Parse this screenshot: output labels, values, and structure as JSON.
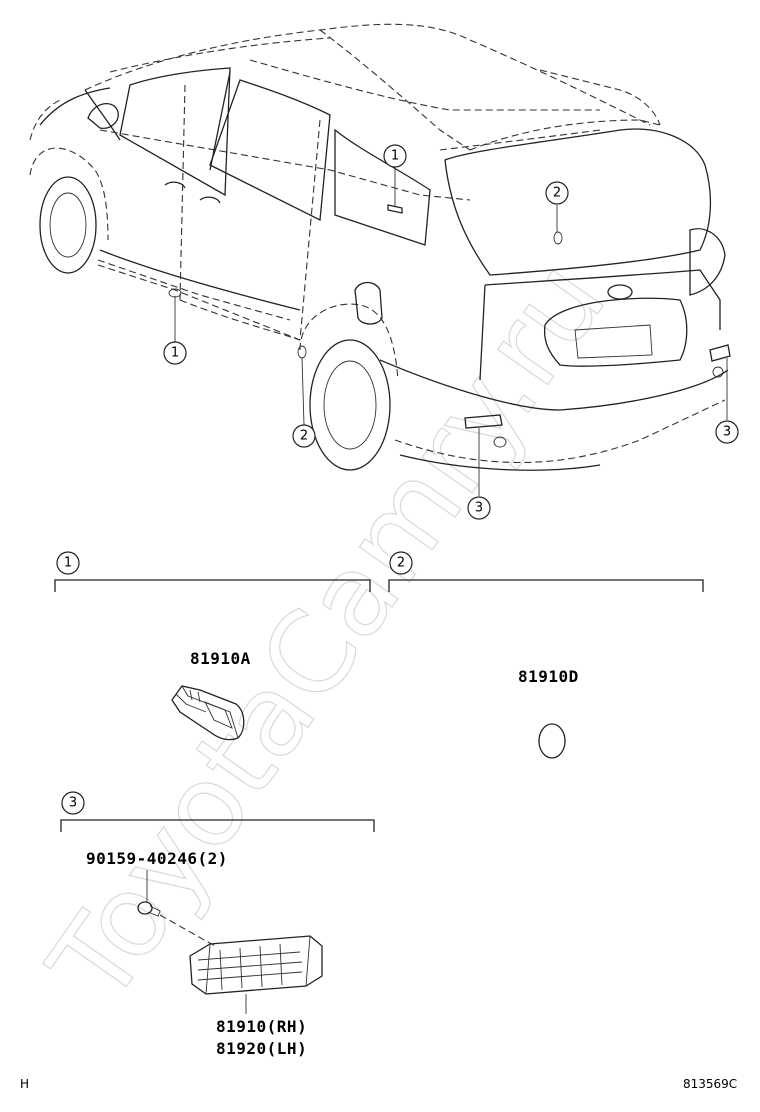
{
  "watermark": "ToyotaCamry.ru",
  "callouts": {
    "c1": "1",
    "c2": "2",
    "c3": "3"
  },
  "sections": {
    "s1": {
      "number": "1",
      "part": "81910A"
    },
    "s2": {
      "number": "2",
      "part": "81910D"
    },
    "s3": {
      "number": "3",
      "screw": "90159-40246(2)",
      "part_rh": "81910(RH)",
      "part_lh": "81920(LH)"
    }
  },
  "footer": {
    "left": "H",
    "right": "813569C"
  }
}
